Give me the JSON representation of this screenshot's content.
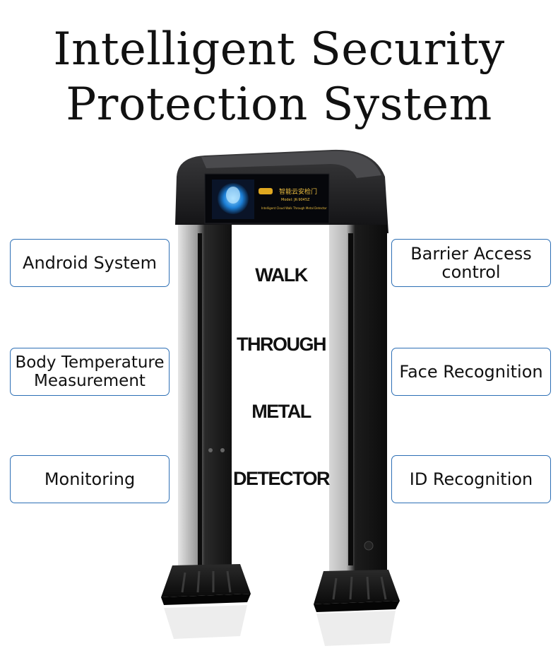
{
  "title": {
    "line1": "Intelligent  Security",
    "line2": "Protection  System"
  },
  "features_left": [
    {
      "label": "Android System"
    },
    {
      "label": "Body Temperature\nMeasurement"
    },
    {
      "label": "Monitoring"
    }
  ],
  "features_right": [
    {
      "label": "Barrier Access\ncontrol"
    },
    {
      "label": "Face Recognition"
    },
    {
      "label": "ID Recognition"
    }
  ],
  "center_words": [
    "WALK",
    "THROUGH",
    "METAL",
    "DETECTOR"
  ],
  "screen": {
    "brand_cn": "智能云安检门",
    "model": "Model: JK-9045Z",
    "subtitle": "Intelligent Cloud Walk Through Metal Detector"
  },
  "colors": {
    "frame": "#1a1a1c",
    "box_border": "#2d6fb5",
    "screen_accent": "#2aa7ff"
  }
}
